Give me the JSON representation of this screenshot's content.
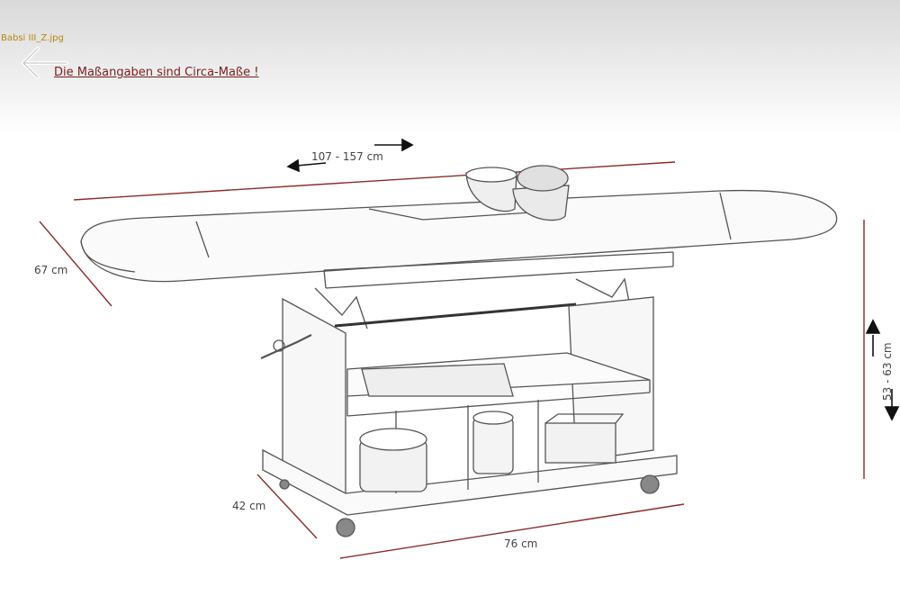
{
  "header": {
    "filename": "Babsi III_Z.jpg",
    "back_icon": "arrow-left-icon",
    "note_link": "Die Maßangaben sind Circa-Maße !"
  },
  "dimensions": {
    "length": "107 - 157 cm",
    "depth": "67 cm",
    "height": "53 - 63 cm",
    "shelf_depth": "42 cm",
    "base_width": "76 cm"
  },
  "colors": {
    "dimension_line": "#8b2c2c",
    "filename": "#b8860b",
    "link": "#7a1d1d"
  }
}
